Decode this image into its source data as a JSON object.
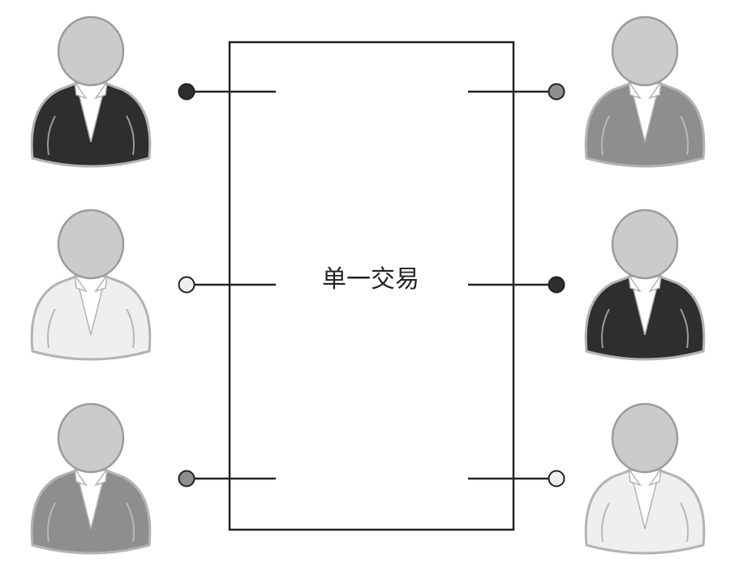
{
  "center_box": {
    "label": "单一交易"
  },
  "palette": {
    "dark": "#2e2e2e",
    "mid": "#8e8e8e",
    "light": "#efefef",
    "head": "#cbcbcb",
    "head_stroke": "#9c9c9c",
    "line": "#222222"
  },
  "participants": [
    {
      "id": "left-top",
      "side": "left",
      "shade": "dark",
      "connector": "dark"
    },
    {
      "id": "left-middle",
      "side": "left",
      "shade": "light",
      "connector": "light"
    },
    {
      "id": "left-bottom",
      "side": "left",
      "shade": "mid",
      "connector": "mid"
    },
    {
      "id": "right-top",
      "side": "right",
      "shade": "mid",
      "connector": "mid"
    },
    {
      "id": "right-middle",
      "side": "right",
      "shade": "dark",
      "connector": "dark"
    },
    {
      "id": "right-bottom",
      "side": "right",
      "shade": "light",
      "connector": "light"
    }
  ]
}
